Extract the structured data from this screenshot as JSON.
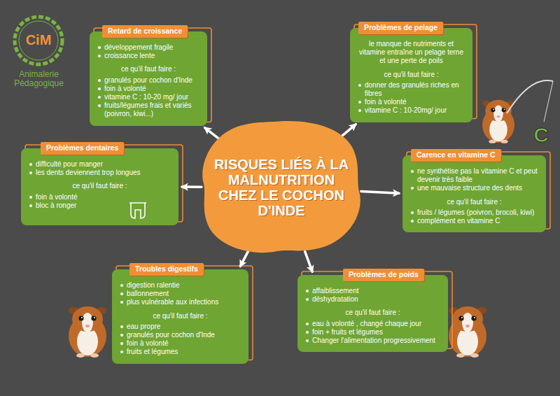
{
  "diagram": {
    "nodes": [
      {
        "text": [
          "RISQUES LIÉS À LA MALNUTRITION CHEZ LE COCHON D'INDE"
        ]
      },
      {
        "text": [
          "Retard de croissance",
          "développement fragile",
          "croissance lente",
          "ce qu'il faut faire :",
          "granulés pour cochon d'Inde",
          "foin à volonté",
          "vitamine C : 10-20 mg/ jour",
          "fruits/légumes frais et variés (poivron, kiwi...)"
        ]
      },
      {
        "text": [
          "Problèmes de pelage",
          "le manque de nutriments et vitamine entraîne un pelage terne et une perte de poils",
          "ce qu'il faut faire :",
          "donner des granulés riches en fibres",
          "foin à volonté",
          "vitamine C : 10-20mg/ jour"
        ]
      },
      {
        "text": [
          "Problèmes dentaires",
          "difficulté pour manger",
          "les dents deviennent trop longues",
          "ce qu'il faut faire :",
          "foin à volonté",
          "bloc à ronger"
        ]
      },
      {
        "text": [
          "Carence en vitamine C",
          "ne synthétise pas la vitamine C et peut devenir très faible",
          "une mauvaise structure des dents",
          "ce qu'il faut faire :",
          "fruits / légumes (poivron, brocoli, kiwi)",
          "complément en vitamine C"
        ]
      },
      {
        "text": [
          "Troubles digestifs",
          "digestion ralentie",
          "ballonnement",
          "plus vulnérable aux infections",
          "ce qu'il faut faire :",
          "eau propre",
          "granulés pour cochon d'Inde",
          "foin à volonté",
          "fruits et légumes"
        ]
      },
      {
        "text": [
          "Problèmes de poids",
          "affaiblissement",
          "déshydratation",
          "ce qu'il faut faire :",
          "eau à volonté , changé chaque jour",
          "foin + fruits et légumes",
          "Changer l'alimentation progressivement"
        ]
      }
    ],
    "edges": [
      {
        "from": 0,
        "to": 1,
        "arrow": "to"
      },
      {
        "from": 0,
        "to": 2,
        "arrow": "to"
      },
      {
        "from": 0,
        "to": 3,
        "arrow": "to"
      },
      {
        "from": 0,
        "to": 4,
        "arrow": "to"
      },
      {
        "from": 0,
        "to": 5,
        "arrow": "to"
      },
      {
        "from": 0,
        "to": 6,
        "arrow": "to"
      }
    ],
    "labels": [
      "CiM",
      "Animalerie Pédagogique",
      "C"
    ]
  }
}
